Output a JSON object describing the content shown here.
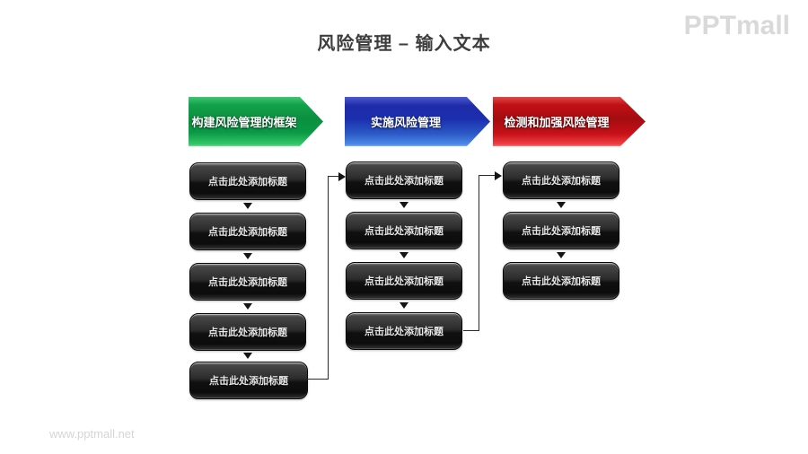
{
  "slide": {
    "title": "风险管理 – 输入文本",
    "logo_text": "PPTmall",
    "watermark": "www.pptmall.net"
  },
  "diagram": {
    "columns": [
      {
        "header": "构建风险管理的框架",
        "color": "#0a9b45",
        "boxes": [
          "点击此处添加标题",
          "点击此处添加标题",
          "点击此处添加标题",
          "点击此处添加标题",
          "点击此处添加标题"
        ]
      },
      {
        "header": "实施风险管理",
        "color": "#1d2fae",
        "boxes": [
          "点击此处添加标题",
          "点击此处添加标题",
          "点击此处添加标题",
          "点击此处添加标题"
        ]
      },
      {
        "header": "检测和加强风险管理",
        "color": "#c00d13",
        "boxes": [
          "点击此处添加标题",
          "点击此处添加标题",
          "点击此处添加标题"
        ]
      }
    ],
    "box_text_color": "#e8e8e8"
  }
}
